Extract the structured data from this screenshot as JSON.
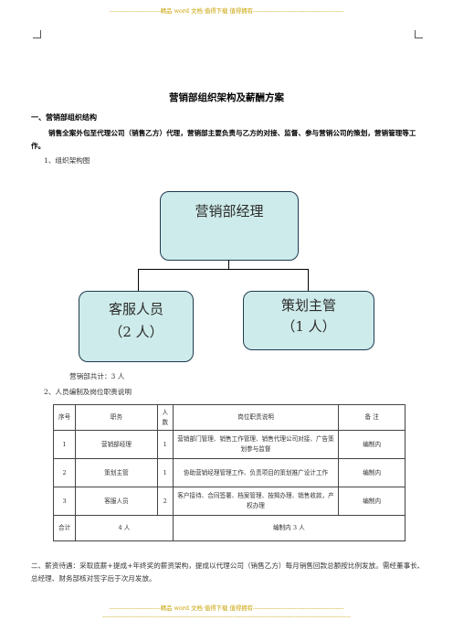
{
  "header_banner": "--------------------------精品 word 文档 值得下载 值得拥有----------------------------------------------",
  "footer_banner_1": "--------------------------精品 word 文档 值得下载 值得拥有----------------------------------------------",
  "footer_banner_2": "------------------------------------------------------------------------------------------------------------------------------",
  "title": "营销部组织架构及薪酬方案",
  "section1_heading": "一、营销部组织结构",
  "section1_paragraph": "销售全案外包至代理公司（销售乙方）代理，营销部主要负责与乙方的对接、监督、参与营销公司的策划，营销管理等工作。",
  "sub1_heading": "1、组织架构图",
  "org_chart": {
    "root": "营销部经理",
    "left_title": "客服人员",
    "left_count": "（2 人）",
    "right_title": "策划主管",
    "right_count": "（1 人）"
  },
  "total_text": "营销部共计：3 人",
  "sub2_heading": "2、人员编制及岗位职责说明",
  "table": {
    "headers": [
      "序号",
      "职务",
      "人数",
      "岗位职责说明",
      "备 注"
    ],
    "rows": [
      [
        "1",
        "营销部经理",
        "1",
        "营销部门管理、销售工作管理、销售代理公司对接、广告策划参与监督",
        "编制内"
      ],
      [
        "2",
        "策划主管",
        "1",
        "协助营销经理管理工作、负责项目的策划推广设计工作",
        "编制内"
      ],
      [
        "3",
        "客服人员",
        "2",
        "客户接待、合同签署、档案管理、按揭办理、销售收款，产权办理",
        "编制内"
      ]
    ],
    "total_label": "合计",
    "total_people": "4 人",
    "total_note": "编制内 3 人"
  },
  "section2_paragraph": "二、薪资待遇：采取底薪+提成+年终奖的薪资架构，提成以代理公司（销售乙方）每月销售回款总额按比例发放。需经董事长、总经理、财务部核对签字后于次月发放。"
}
